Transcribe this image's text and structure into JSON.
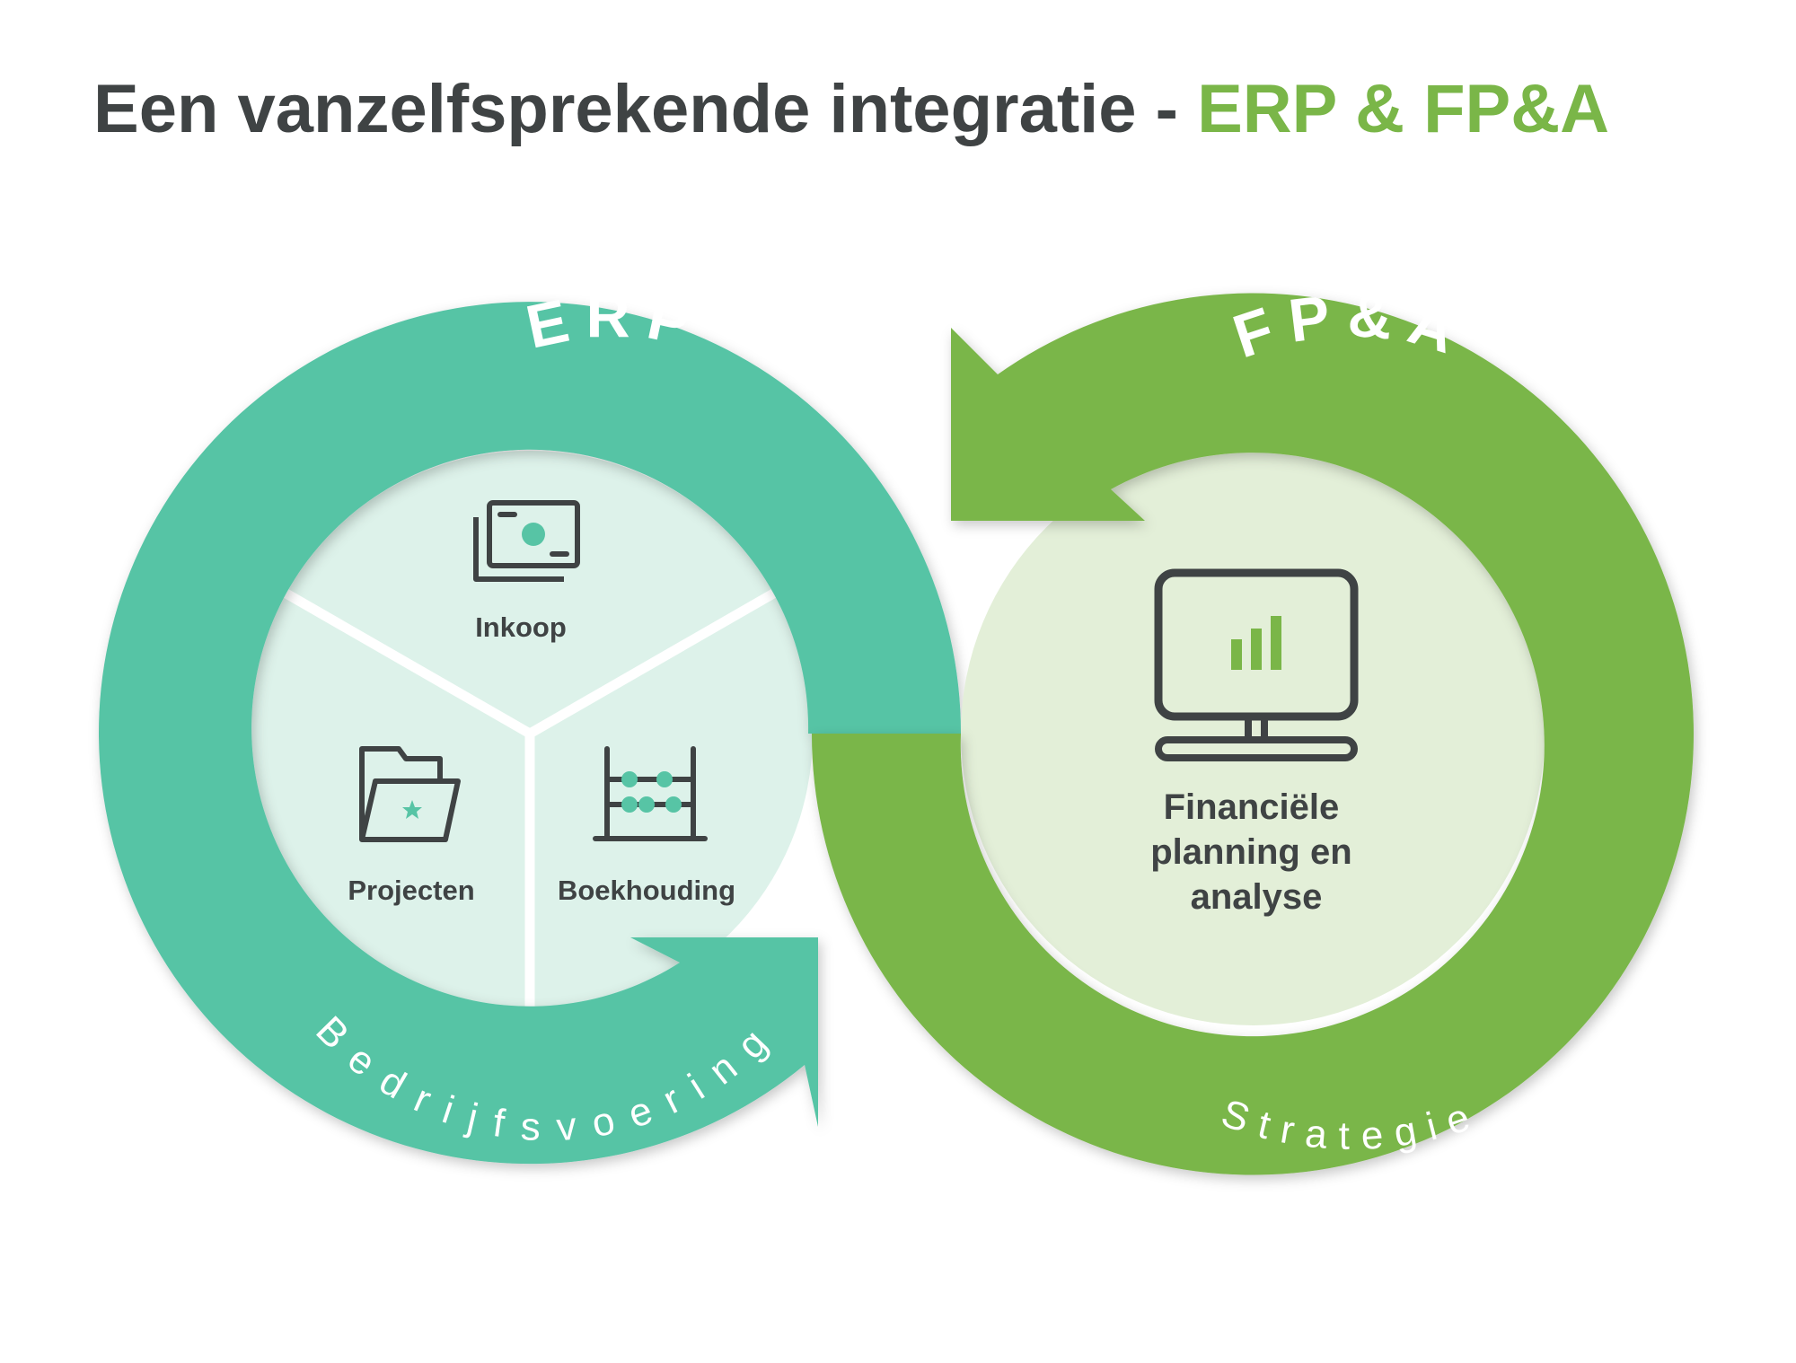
{
  "title": {
    "main": "Een vanzelfsprekende integratie - ",
    "accent": "ERP & FP&A"
  },
  "erp": {
    "ring_title": "ERP",
    "ring_subtitle": "Bedrijfsvoering",
    "segments": [
      {
        "label": "Inkoop",
        "icon": "cash-stack-icon"
      },
      {
        "label": "Projecten",
        "icon": "folder-star-icon"
      },
      {
        "label": "Boekhouding",
        "icon": "abacus-icon"
      }
    ]
  },
  "fpa": {
    "ring_title": "FP&A",
    "ring_subtitle": "Strategie",
    "center_lines": [
      "Financiële",
      "planning en",
      "analyse"
    ],
    "icon": "monitor-bar-chart-icon"
  },
  "colors": {
    "teal": "#57c4a5",
    "teal_light": "#ddf2ea",
    "green": "#7ab648",
    "green_light": "#e3efd8",
    "text_dark": "#3f4344",
    "white": "#ffffff"
  }
}
